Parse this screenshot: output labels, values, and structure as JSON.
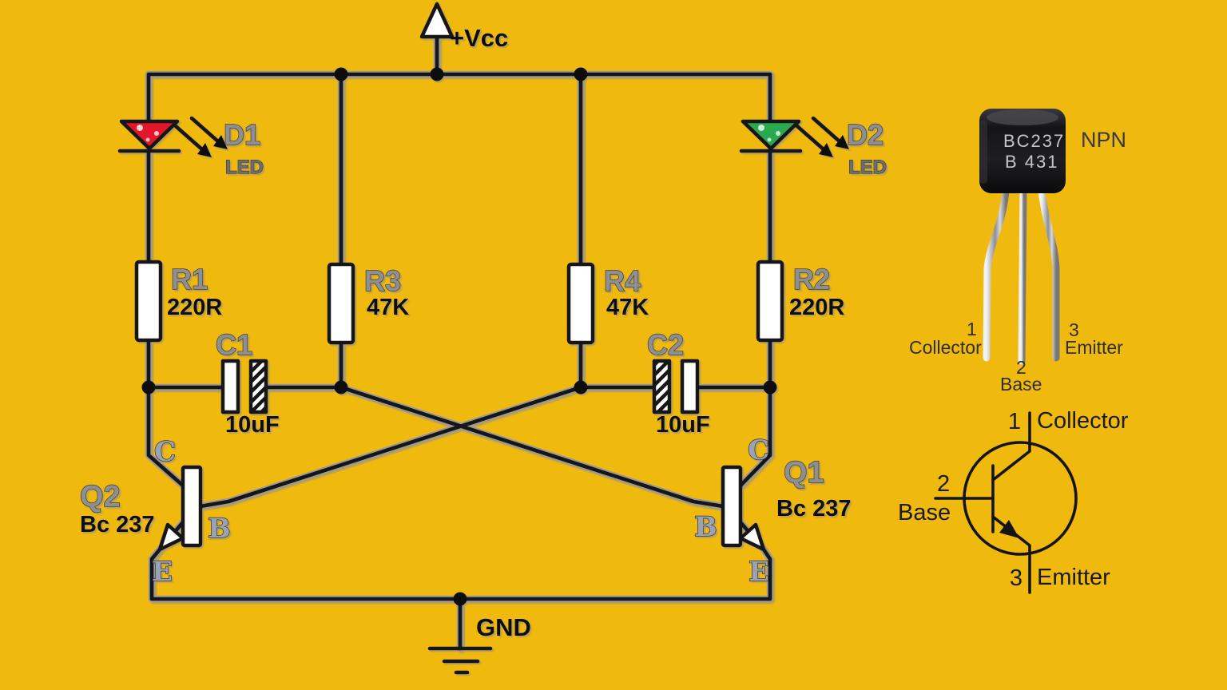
{
  "colors": {
    "background": "#F0B90E",
    "wire": "#161616",
    "led_d1": "#E3192B",
    "led_d2": "#2BA94F"
  },
  "schematic": {
    "vcc_label": "+Vcc",
    "gnd_label": "GND",
    "d1": {
      "ref": "D1",
      "type": "LED"
    },
    "d2": {
      "ref": "D2",
      "type": "LED"
    },
    "r1": {
      "ref": "R1",
      "value": "220R"
    },
    "r3": {
      "ref": "R3",
      "value": "47K"
    },
    "r4": {
      "ref": "R4",
      "value": "47K"
    },
    "r2": {
      "ref": "R2",
      "value": "220R"
    },
    "c1": {
      "ref": "C1",
      "value": "10uF"
    },
    "c2": {
      "ref": "C2",
      "value": "10uF"
    },
    "q2": {
      "ref": "Q2",
      "value": "Bc 237",
      "collector": "C",
      "base": "B",
      "emitter": "E"
    },
    "q1": {
      "ref": "Q1",
      "value": "Bc 237",
      "collector": "C",
      "base": "B",
      "emitter": "E"
    }
  },
  "package_photo": {
    "marking_line1": "BC237",
    "marking_line2": "B 431",
    "type": "NPN",
    "pin1_num": "1",
    "pin1_name": "Collector",
    "pin2_num": "2",
    "pin2_name": "Base",
    "pin3_num": "3",
    "pin3_name": "Emitter"
  },
  "symbol": {
    "pin1_num": "1",
    "pin1_name": "Collector",
    "pin2_num": "2",
    "pin2_name": "Base",
    "pin3_num": "3",
    "pin3_name": "Emitter"
  }
}
